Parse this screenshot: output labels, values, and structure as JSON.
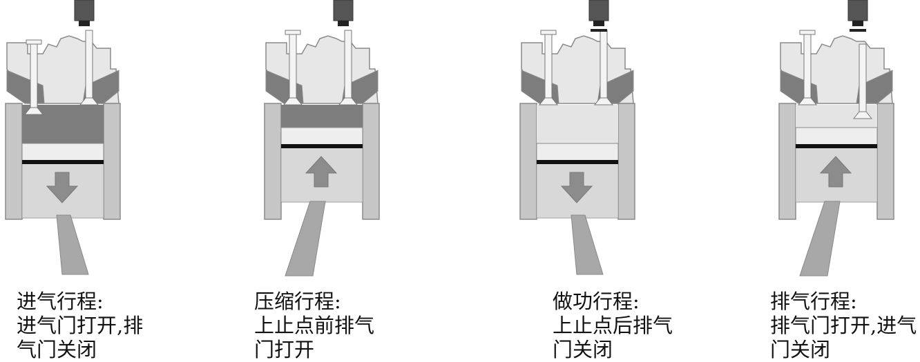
{
  "colors": {
    "metal_light": "#e7e7e7",
    "metal_mid": "#c6c6c6",
    "metal_edge": "#8a8a8a",
    "gas_dark": "#7d7d7d",
    "gas_light": "#e4e4e4",
    "piston_top": "#eeeeee",
    "ring": "#111111",
    "arrow": "#8c8c8c",
    "rod": "#a8a8a8",
    "plug_body": "#555555",
    "valve": "#f4f4f4"
  },
  "strokes": [
    {
      "id": "intake",
      "title": "进气行程:",
      "lines": [
        "进气门打开,排",
        "气门关闭"
      ],
      "gas": "dark",
      "arrow": "down",
      "intake_open": true,
      "exhaust_open": false,
      "spark": false
    },
    {
      "id": "compression",
      "title": "压缩行程:",
      "lines": [
        "上止点前排气",
        "门打开"
      ],
      "gas": "dark",
      "arrow": "up",
      "intake_open": false,
      "exhaust_open": false,
      "spark": false
    },
    {
      "id": "power",
      "title": "做功行程:",
      "lines": [
        "上止点后排气",
        "门关闭"
      ],
      "gas": "light",
      "arrow": "down",
      "intake_open": false,
      "exhaust_open": false,
      "spark": true
    },
    {
      "id": "exhaust",
      "title": "排气行程:",
      "lines": [
        "排气门打开,进气",
        "门关闭"
      ],
      "gas": "light",
      "arrow": "up",
      "intake_open": false,
      "exhaust_open": true,
      "spark": true
    }
  ]
}
